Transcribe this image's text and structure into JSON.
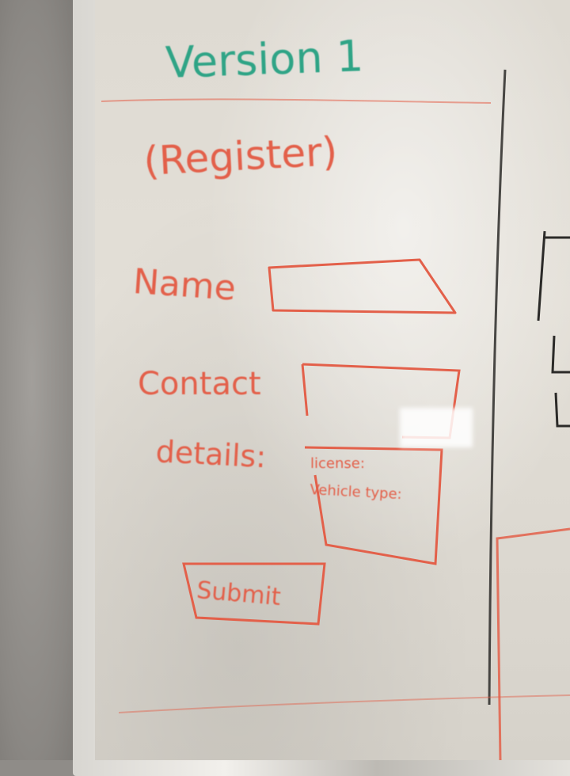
{
  "board": {
    "version_title": "Version 1",
    "form_title": "(Register)",
    "name_label": "Name",
    "contact_label": "Contact",
    "details_label": "details:",
    "details_line1": "license:",
    "details_line2": "Vehicle type:",
    "submit_label": "Submit"
  },
  "colors": {
    "red_marker": "#e3604a",
    "green_marker": "#2fa486",
    "black_marker": "#2b2a28",
    "board": "#e0dcd4",
    "wall": "#8f8c88"
  }
}
